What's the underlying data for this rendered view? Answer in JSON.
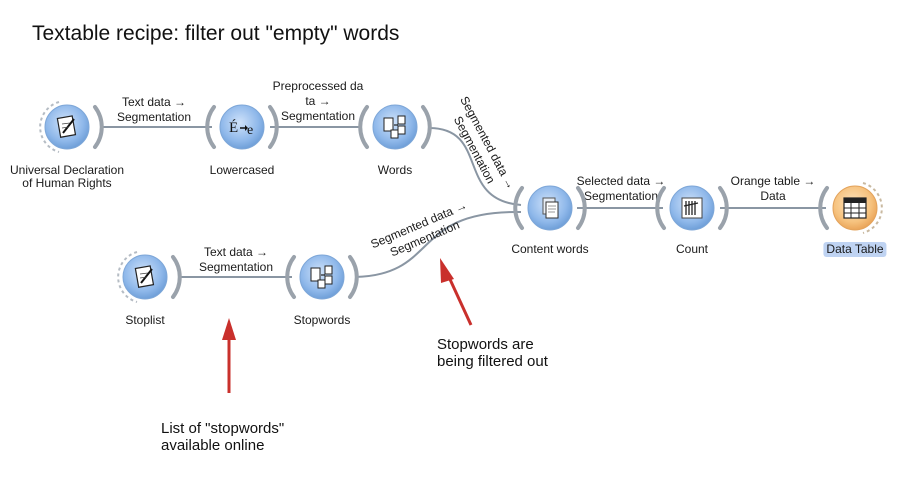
{
  "title": "Textable recipe: filter out \"empty\" words",
  "colors": {
    "widget_blue": "#8fb8ea",
    "widget_orange": "#f6c27e",
    "link": "#8a96a3",
    "arrow": "#c9302c",
    "selected_bg": "#bfd3f2"
  },
  "nodes": {
    "udhr": {
      "label_lines": [
        "Universal Declaration",
        "of Human Rights"
      ],
      "icon": "document-pen-icon"
    },
    "lowercased": {
      "label_lines": [
        "Lowercased"
      ],
      "icon": "text-case-icon"
    },
    "words": {
      "label_lines": [
        "Words"
      ],
      "icon": "segment-icon"
    },
    "stoplist": {
      "label_lines": [
        "Stoplist"
      ],
      "icon": "document-pen-icon"
    },
    "stopwords": {
      "label_lines": [
        "Stopwords"
      ],
      "icon": "segment-icon"
    },
    "content": {
      "label_lines": [
        "Content words"
      ],
      "icon": "select-icon"
    },
    "count": {
      "label_lines": [
        "Count"
      ],
      "icon": "tally-icon"
    },
    "datatable": {
      "label_lines": [
        "Data Table"
      ],
      "icon": "table-icon",
      "selected": true
    }
  },
  "links": {
    "l1": [
      "Text data →",
      "Segmentation"
    ],
    "l2": [
      "Preprocessed da",
      "ta →",
      "Segmentation"
    ],
    "l3": [
      "Segmented data →",
      "Segmentation"
    ],
    "l4": [
      "Text data →",
      "Segmentation"
    ],
    "l5": [
      "Segmented data →",
      "Segmentation"
    ],
    "l6": [
      "Selected data →",
      "Segmentation"
    ],
    "l7": [
      "Orange table →",
      "Data"
    ]
  },
  "notes": {
    "stopwords_note": [
      "Stopwords are",
      "being filtered out"
    ],
    "list_note": [
      "List of \"stopwords\"",
      "available online"
    ]
  }
}
